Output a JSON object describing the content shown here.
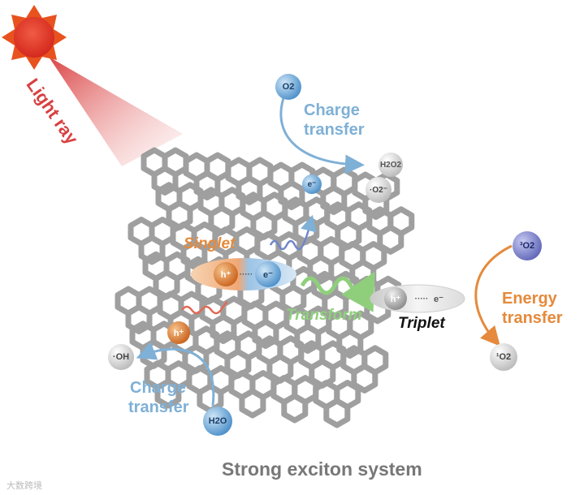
{
  "light_label": "Light ray",
  "singlet_label": "Singlet",
  "transform_label": "Transform",
  "triplet_label": "Triplet",
  "charge_transfer_top": [
    "Charge",
    "transfer"
  ],
  "charge_transfer_bottom": [
    "Charge",
    "transfer"
  ],
  "energy_transfer": [
    "Energy",
    "transfer"
  ],
  "title": "Strong exciton system",
  "watermark": "大数跨境",
  "species": {
    "o2": "O2",
    "h2o2": "H2O2",
    "superoxide": "·O2⁻",
    "electron": "e⁻",
    "hole": "h⁺",
    "oh": "·OH",
    "h2o": "H2O",
    "triplet_o2": "³O2",
    "singlet_o2": "¹O2",
    "dots": "·····"
  },
  "colors": {
    "sun": "#e23b2e",
    "charge": "#7fb0d6",
    "energy": "#e58a3c",
    "transform": "#8fcf7c",
    "lattice": "#8f8f8f"
  }
}
